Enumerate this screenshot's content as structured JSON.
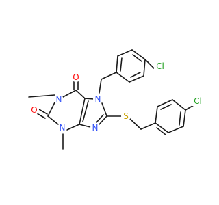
{
  "atom_labels": {
    "o_top": "O",
    "o_left": "O",
    "n1": "N",
    "n3": "N",
    "n7": "N",
    "n9": "N",
    "s": "S",
    "cl_upper": "Cl",
    "cl_lower": "Cl"
  },
  "colors": {
    "bond": "#1a1a1a",
    "oxygen": "#ff0d0d",
    "nitrogen": "#3050f8",
    "sulfur": "#c8a000",
    "chlorine": "#1fa01f"
  }
}
